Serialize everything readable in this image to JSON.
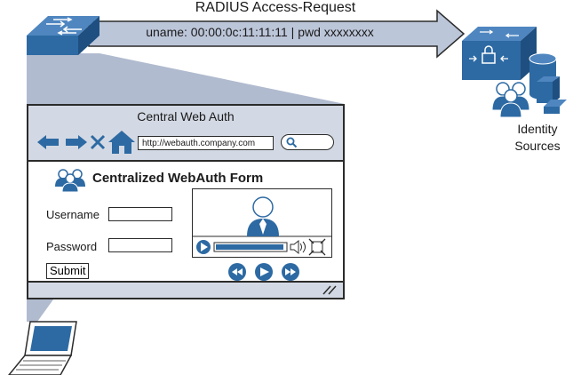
{
  "radius": {
    "title": "RADIUS Access-Request",
    "payload": "uname: 00:00:0c:11:11:11 | pwd xxxxxxxx"
  },
  "identity": {
    "label_line1": "Identity",
    "label_line2": "Sources"
  },
  "browser": {
    "title": "Central Web Auth",
    "url": "http://webauth.company.com",
    "nav_icons": [
      "back-arrow-icon",
      "forward-arrow-icon",
      "stop-icon",
      "home-icon",
      "search-icon"
    ]
  },
  "form": {
    "heading": "Centralized WebAuth Form",
    "username_label": "Username",
    "password_label": "Password",
    "username_value": "",
    "password_value": "",
    "submit_label": "Submit"
  },
  "video": {
    "controls": [
      "play-icon",
      "volume-icon",
      "fullscreen-icon",
      "rewind-icon",
      "play-icon",
      "fast-forward-icon"
    ]
  },
  "colors": {
    "accent_blue": "#2d6aa3",
    "dark_blue": "#1f4f80",
    "trapezoid": "#b1bbcf",
    "frame_light": "#d3d9e4",
    "arrow_fill": "#bcc6d9"
  }
}
